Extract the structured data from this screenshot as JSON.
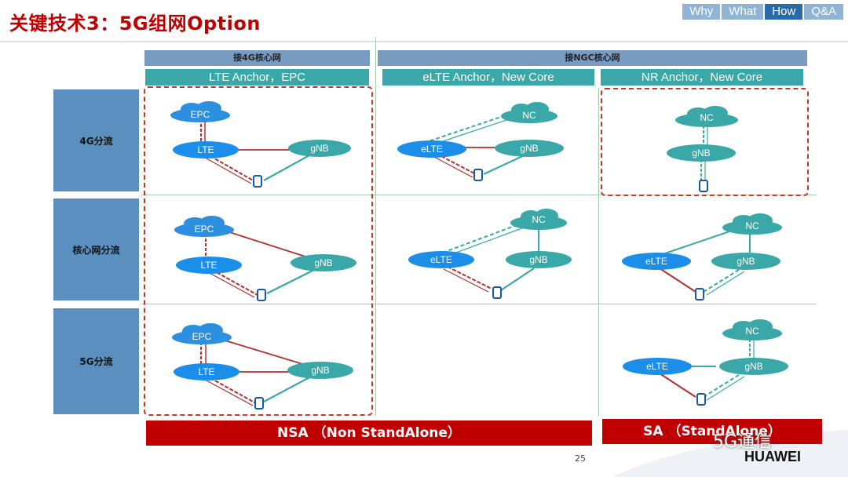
{
  "title": "关键技术3：5G组网Option",
  "nav": [
    "Why",
    "What",
    "How",
    "Q&A"
  ],
  "nav_active": "How",
  "headers": {
    "g4core": "接4G核心网",
    "ngc": "接NGC核心网"
  },
  "subheaders": {
    "lte_anchor": "LTE Anchor，EPC",
    "elte_anchor": "eLTE Anchor，New Core",
    "nr_anchor": "NR Anchor，New Core"
  },
  "rows": [
    "4G分流",
    "核心网分流",
    "5G分流"
  ],
  "bars": {
    "nsa": "NSA （Non StandAlone）",
    "sa": "SA （StandAlone）"
  },
  "page_number": "25",
  "watermark": "5G通信",
  "brand": "HUAWEI",
  "nodes": {
    "epc": "EPC",
    "lte": "LTE",
    "gnb": "gNB",
    "nc": "NC",
    "elte": "eLTE"
  }
}
